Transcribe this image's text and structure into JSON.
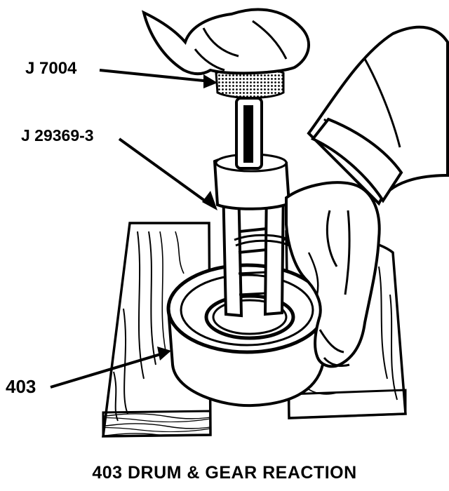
{
  "callouts": {
    "j7004": "J 7004",
    "j29369": "J 29369-3",
    "part403": "403"
  },
  "caption": "403  DRUM & GEAR REACTION",
  "colors": {
    "ink": "#000000",
    "paper": "#ffffff"
  }
}
